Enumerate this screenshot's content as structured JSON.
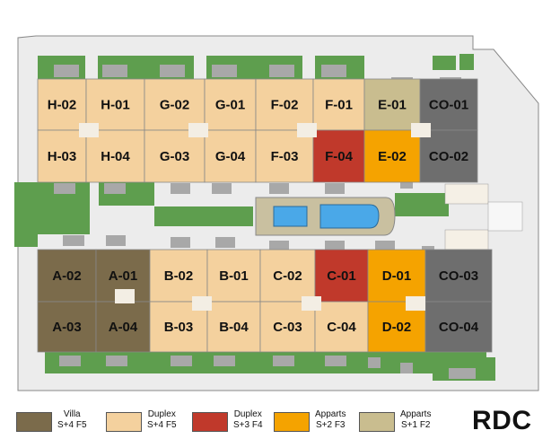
{
  "colors": {
    "villa": "#7b6b4b",
    "duplex_s4": "#f4d19e",
    "duplex_s3": "#c0392b",
    "apparts_s2": "#f5a300",
    "apparts_s1": "#c9bd8f",
    "commerce": "#6e6e6e",
    "green": "#5e9e4e",
    "pool_deck": "#c9c0a0",
    "pool_water": "#4aa8e8",
    "parking": "#a8a8a8",
    "block_grey": "#ececec"
  },
  "units": [
    {
      "id": "H-02",
      "type": "duplex_s4"
    },
    {
      "id": "H-01",
      "type": "duplex_s4"
    },
    {
      "id": "G-02",
      "type": "duplex_s4"
    },
    {
      "id": "G-01",
      "type": "duplex_s4"
    },
    {
      "id": "F-02",
      "type": "duplex_s4"
    },
    {
      "id": "F-01",
      "type": "duplex_s4"
    },
    {
      "id": "E-01",
      "type": "apparts_s1"
    },
    {
      "id": "CO-01",
      "type": "commerce"
    },
    {
      "id": "H-03",
      "type": "duplex_s4"
    },
    {
      "id": "H-04",
      "type": "duplex_s4"
    },
    {
      "id": "G-03",
      "type": "duplex_s4"
    },
    {
      "id": "G-04",
      "type": "duplex_s4"
    },
    {
      "id": "F-03",
      "type": "duplex_s4"
    },
    {
      "id": "F-04",
      "type": "duplex_s3"
    },
    {
      "id": "E-02",
      "type": "apparts_s2"
    },
    {
      "id": "CO-02",
      "type": "commerce"
    },
    {
      "id": "A-02",
      "type": "villa"
    },
    {
      "id": "A-01",
      "type": "villa"
    },
    {
      "id": "B-02",
      "type": "duplex_s4"
    },
    {
      "id": "B-01",
      "type": "duplex_s4"
    },
    {
      "id": "C-02",
      "type": "duplex_s4"
    },
    {
      "id": "C-01",
      "type": "duplex_s3"
    },
    {
      "id": "D-01",
      "type": "apparts_s2"
    },
    {
      "id": "CO-03",
      "type": "commerce"
    },
    {
      "id": "A-03",
      "type": "villa"
    },
    {
      "id": "A-04",
      "type": "villa"
    },
    {
      "id": "B-03",
      "type": "duplex_s4"
    },
    {
      "id": "B-04",
      "type": "duplex_s4"
    },
    {
      "id": "C-03",
      "type": "duplex_s4"
    },
    {
      "id": "C-04",
      "type": "duplex_s4"
    },
    {
      "id": "D-02",
      "type": "apparts_s2"
    },
    {
      "id": "CO-04",
      "type": "commerce"
    }
  ],
  "legend": [
    {
      "type": "villa",
      "line1": "Villa",
      "line2": "S+4 F5"
    },
    {
      "type": "duplex_s4",
      "line1": "Duplex",
      "line2": "S+4 F5"
    },
    {
      "type": "duplex_s3",
      "line1": "Duplex",
      "line2": "S+3 F4"
    },
    {
      "type": "apparts_s2",
      "line1": "Apparts",
      "line2": "S+2 F3"
    },
    {
      "type": "apparts_s1",
      "line1": "Apparts",
      "line2": "S+1 F2"
    }
  ],
  "level": "RDC"
}
